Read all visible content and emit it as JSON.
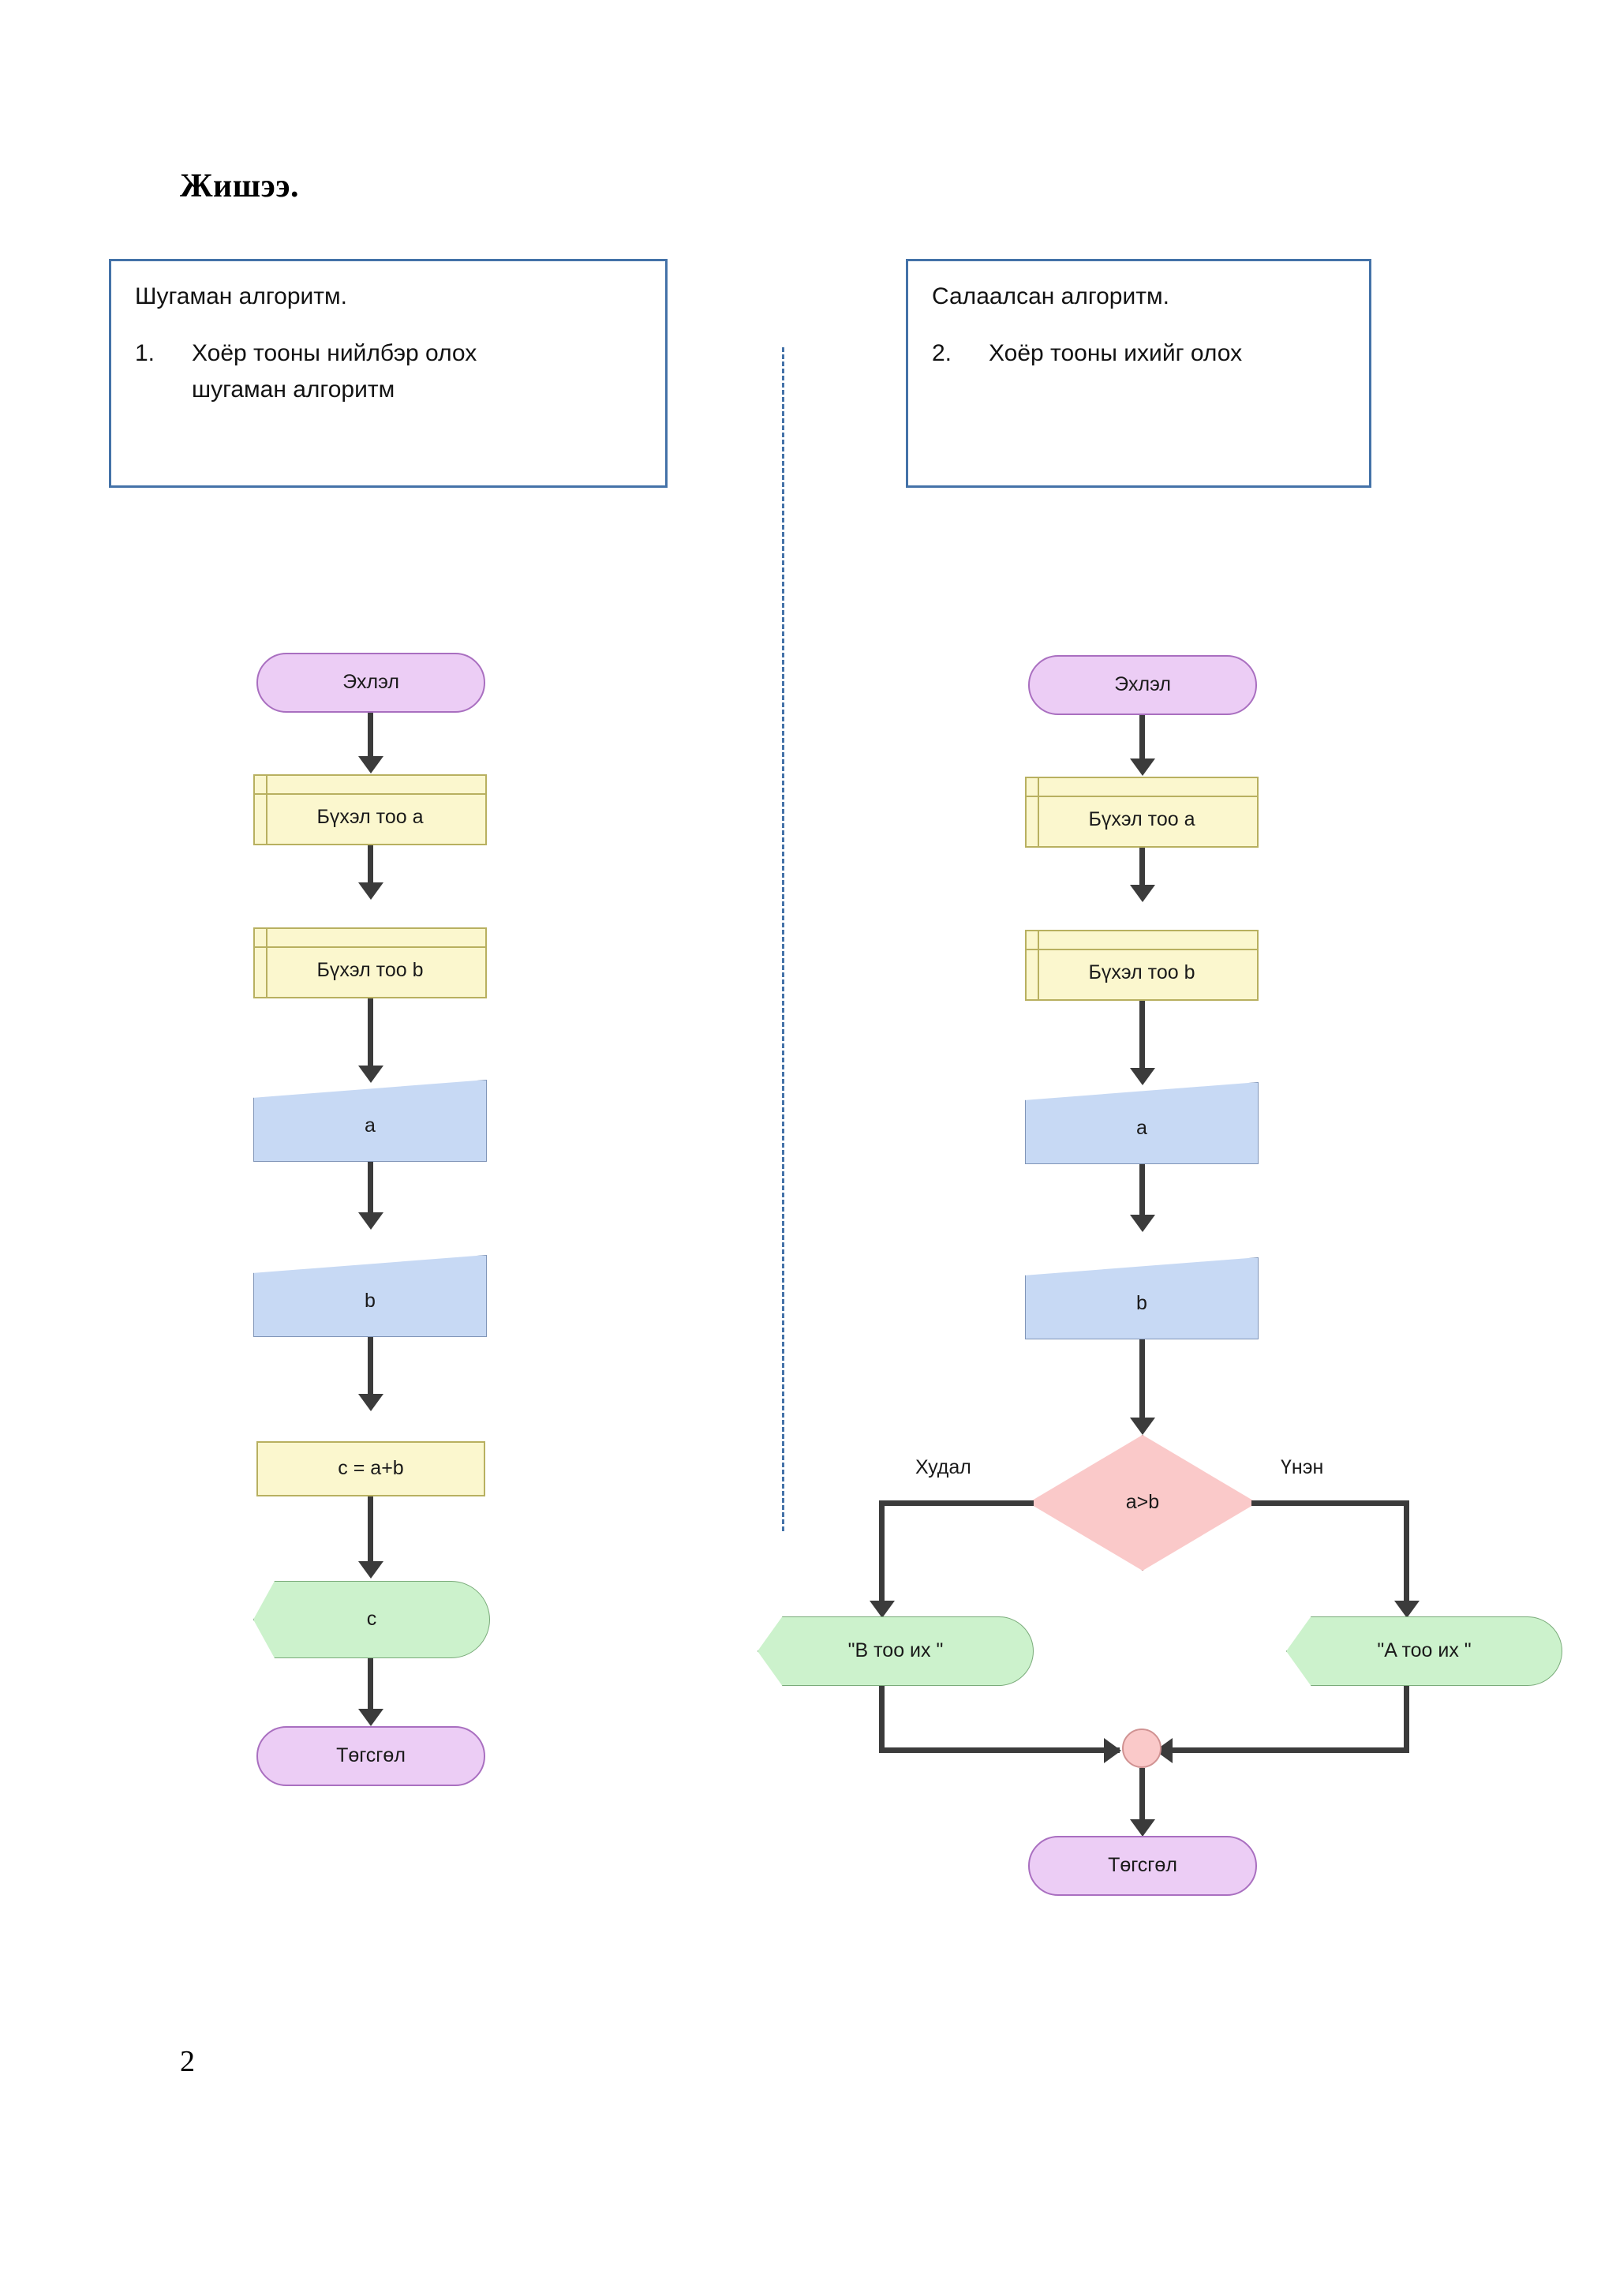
{
  "document": {
    "title": "Жишээ.",
    "page_number": "2"
  },
  "intro_boxes": [
    {
      "heading": "Шугаман алгоритм.",
      "item_number": "1.",
      "item_text": "Хоёр тооны нийлбэр олох шугаман алгоритм"
    },
    {
      "heading": "Салаалсан алгоритм.",
      "item_number": "2.",
      "item_text": "Хоёр тооны ихийг олох"
    }
  ],
  "flowcharts": [
    {
      "name": "linear-algorithm-flowchart",
      "nodes": [
        {
          "id": "start",
          "type": "terminator",
          "label": "Эхлэл"
        },
        {
          "id": "decl-a",
          "type": "declaration",
          "label": "Бүхэл тоо a"
        },
        {
          "id": "decl-b",
          "type": "declaration",
          "label": "Бүхэл тоо b"
        },
        {
          "id": "in-a",
          "type": "input",
          "label": "a"
        },
        {
          "id": "in-b",
          "type": "input",
          "label": "b"
        },
        {
          "id": "calc",
          "type": "process",
          "label": "c = a+b"
        },
        {
          "id": "out-c",
          "type": "display",
          "label": "c"
        },
        {
          "id": "end",
          "type": "terminator",
          "label": "Төгсгөл"
        }
      ]
    },
    {
      "name": "branching-algorithm-flowchart",
      "nodes": [
        {
          "id": "start",
          "type": "terminator",
          "label": "Эхлэл"
        },
        {
          "id": "decl-a",
          "type": "declaration",
          "label": "Бүхэл тоо a"
        },
        {
          "id": "decl-b",
          "type": "declaration",
          "label": "Бүхэл тоо b"
        },
        {
          "id": "in-a",
          "type": "input",
          "label": "a"
        },
        {
          "id": "in-b",
          "type": "input",
          "label": "b"
        },
        {
          "id": "cond",
          "type": "decision",
          "label": "a>b"
        },
        {
          "id": "out-b",
          "type": "display",
          "label": "\"B тоо их \""
        },
        {
          "id": "out-a",
          "type": "display",
          "label": "\"A тоо их \""
        },
        {
          "id": "merge",
          "type": "merge",
          "label": ""
        },
        {
          "id": "end",
          "type": "terminator",
          "label": "Төгсгөл"
        }
      ],
      "branch_labels": {
        "false": "Худал",
        "true": "Үнэн"
      }
    }
  ],
  "colors": {
    "box_border": "#4472a8",
    "terminator_fill": "#eccdf5",
    "declaration_fill": "#fbf7ce",
    "input_fill": "#c7d9f4",
    "display_fill": "#ccf2cc",
    "decision_fill": "#fac9c9",
    "connector": "#3b3b3b"
  }
}
